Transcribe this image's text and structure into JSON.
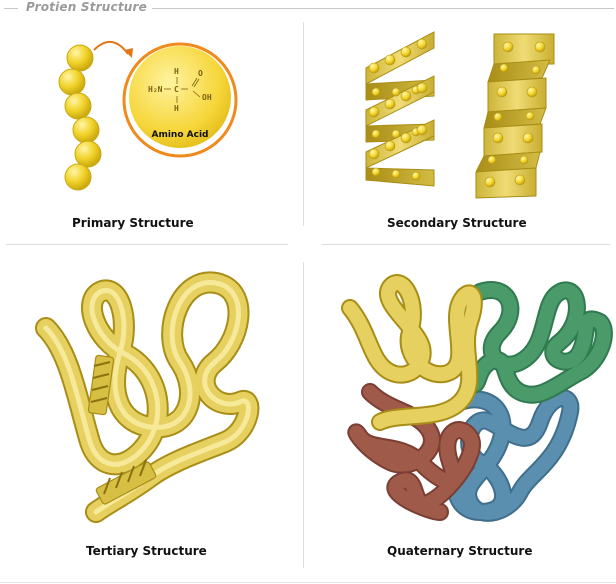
{
  "header": {
    "title": "Protien Structure"
  },
  "panels": {
    "primary": {
      "caption": "Primary Structure",
      "inset_label": "Amino Acid",
      "formula": {
        "h_top": "H",
        "o_top": "O",
        "h2n": "H₂N",
        "c": "C",
        "oh": "OH",
        "h_bottom": "H"
      }
    },
    "secondary": {
      "caption": "Secondary Structure"
    },
    "tertiary": {
      "caption": "Tertiary Structure"
    },
    "quaternary": {
      "caption": "Quaternary Structure"
    }
  },
  "colors": {
    "sphere": "#f2d32a",
    "sphere_edge": "#c9a90f",
    "inset_ring": "#f08a1c",
    "ribbon": "#e7cf55",
    "ribbon_edge": "#a88d16",
    "tube_yellow": "#e6d160",
    "tube_green": "#4a9a6a",
    "tube_red": "#a05a4a",
    "tube_blue": "#5b8fb0"
  }
}
